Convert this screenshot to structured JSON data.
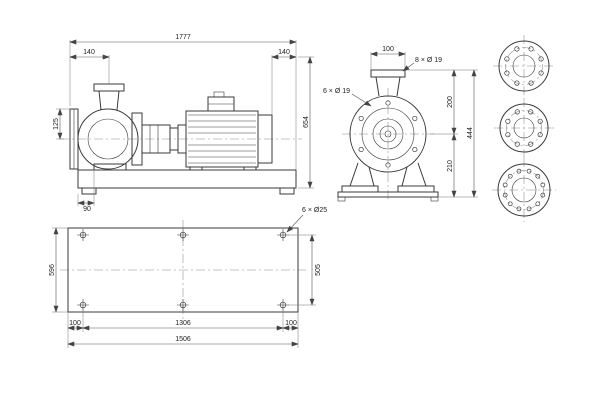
{
  "drawing": {
    "colors": {
      "line": "#3a3a3a",
      "background": "#ffffff"
    },
    "side": {
      "overall_length": "1777",
      "front_overhang": "140",
      "rear_overhang": "140",
      "suction_offset": "125",
      "total_height": "654",
      "foot_offset": "90"
    },
    "front": {
      "flange_width": "100",
      "flange_bolts": "8 × Ø 19",
      "casing_bolts": "6 × Ø 19",
      "flange_to_center": "200",
      "center_to_base": "210",
      "total_height": "444"
    },
    "plan": {
      "anchor_bolts": "6 × Ø25",
      "plate_depth": "596",
      "bolt_row_spacing": "505",
      "bolt_margin_left": "100",
      "bolt_span": "1306",
      "bolt_margin_right": "100",
      "plate_length": "1506"
    }
  }
}
